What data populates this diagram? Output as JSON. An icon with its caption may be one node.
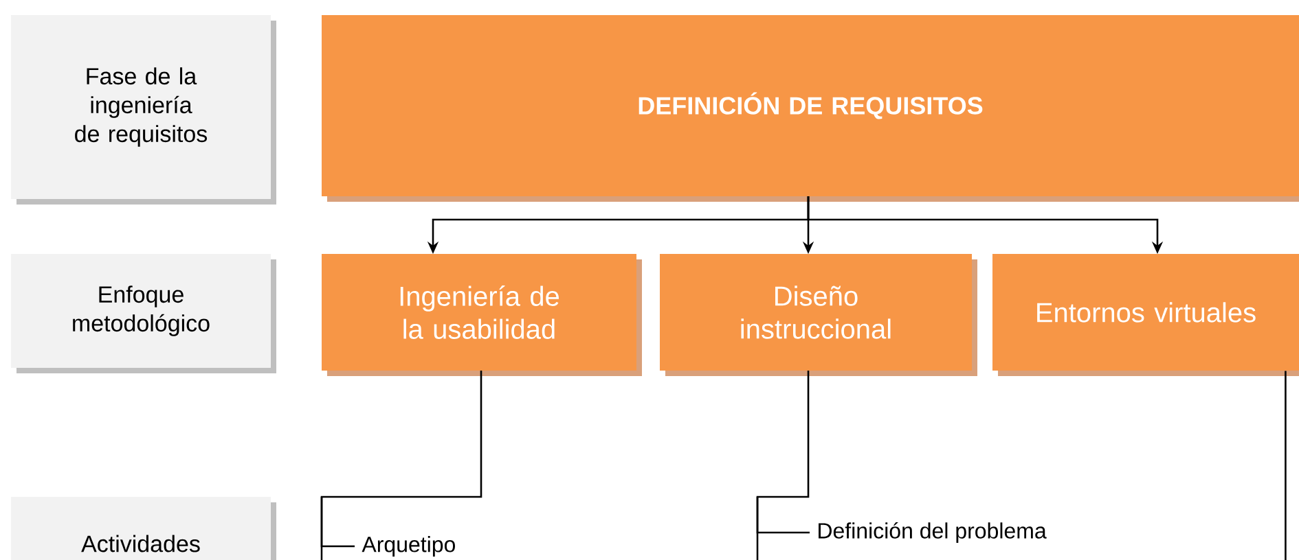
{
  "diagram": {
    "nodes": [
      {
        "text": [
          "Fase de la ingeniería de requisitos"
        ]
      },
      {
        "text": [
          "DEFINICIÓN DE REQUISITOS"
        ]
      },
      {
        "text": [
          "Enfoque metodológico"
        ]
      },
      {
        "text": [
          "Ingeniería de la usabilidad"
        ]
      },
      {
        "text": [
          "Diseño instruccional"
        ]
      },
      {
        "text": [
          "Entornos virtuales"
        ]
      },
      {
        "text": [
          "Actividades"
        ]
      },
      {
        "text": [
          "Arquetipo"
        ]
      },
      {
        "text": [
          "Definición del problema"
        ]
      }
    ],
    "edges": [
      {
        "from": 1,
        "to": 3,
        "arrow": "to"
      },
      {
        "from": 1,
        "to": 4,
        "arrow": "to"
      },
      {
        "from": 1,
        "to": 5,
        "arrow": "to"
      },
      {
        "from": 3,
        "to": 7,
        "arrow": "none"
      },
      {
        "from": 4,
        "to": 8,
        "arrow": "none"
      },
      {
        "from": 5,
        "to": null,
        "arrow": "none"
      }
    ]
  }
}
